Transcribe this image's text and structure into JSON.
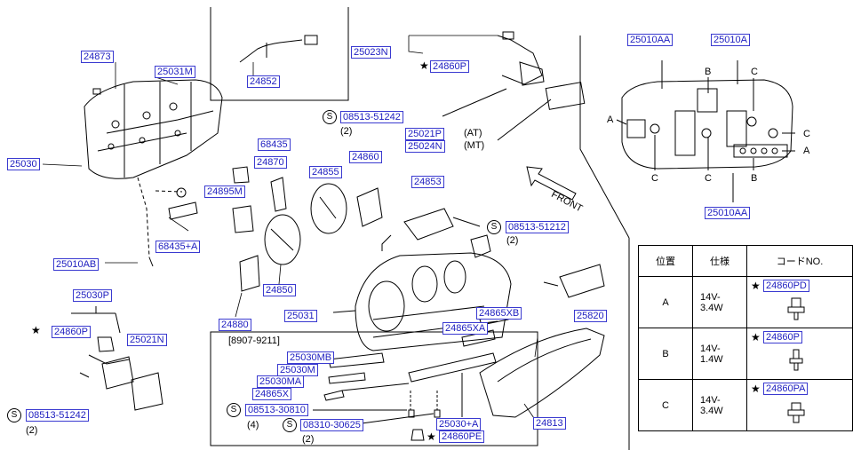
{
  "labels": {
    "p24873": "24873",
    "p25031m": "25031M",
    "p25030": "25030",
    "p68435": "68435",
    "p24870": "24870",
    "p24895m": "24895M",
    "p24855": "24855",
    "p24860": "24860",
    "p68435a": "68435+A",
    "p25010ab": "25010AB",
    "p24852": "24852",
    "p25023n": "25023N",
    "p24860p_top": "24860P",
    "p08513_51242_top": "08513-51242",
    "p25021p": "25021P",
    "p25024n": "25024N",
    "p24853": "24853",
    "p08513_51212": "08513-51212",
    "p24850": "24850",
    "p24880": "24880",
    "p25031": "25031",
    "p25820": "25820",
    "p24865xb": "24865XB",
    "p24865xa": "24865XA",
    "p25030mb": "25030MB",
    "p25030m": "25030M",
    "p25030ma": "25030MA",
    "p24865x": "24865X",
    "p08513_30810": "08513-30810",
    "p08310_30625": "08310-30625",
    "p25030a": "25030+A",
    "p24860pe": "24860PE",
    "p24813": "24813",
    "p25030p": "25030P",
    "p24860p_left": "24860P",
    "p25021n": "25021N",
    "p08513_51242_left": "08513-51242",
    "p25010aa_1": "25010AA",
    "p25010a": "25010A",
    "p25010aa_2": "25010AA"
  },
  "texts": {
    "qty2_a": "(2)",
    "qty2_b": "(2)",
    "qty2_c": "(2)",
    "qty4": "(4)",
    "qty2_d": "(2)",
    "at": "(AT)",
    "mt": "(MT)",
    "front": "FRONT",
    "date_range": "[8907-9211]",
    "s": "S",
    "star": "★"
  },
  "socket_letters": {
    "b1": "B",
    "c1": "C",
    "a1": "A",
    "c2": "C",
    "a2": "A",
    "c3": "C",
    "c4": "C",
    "b2": "B"
  },
  "table": {
    "headers": [
      "位置",
      "仕様",
      "コードNO."
    ],
    "rows": [
      {
        "pos": "A",
        "spec": "14V-\n3.4W",
        "code": "24860PD"
      },
      {
        "pos": "B",
        "spec": "14V-\n1.4W",
        "code": "24860P"
      },
      {
        "pos": "C",
        "spec": "14V-\n3.4W",
        "code": "24860PA"
      }
    ]
  }
}
